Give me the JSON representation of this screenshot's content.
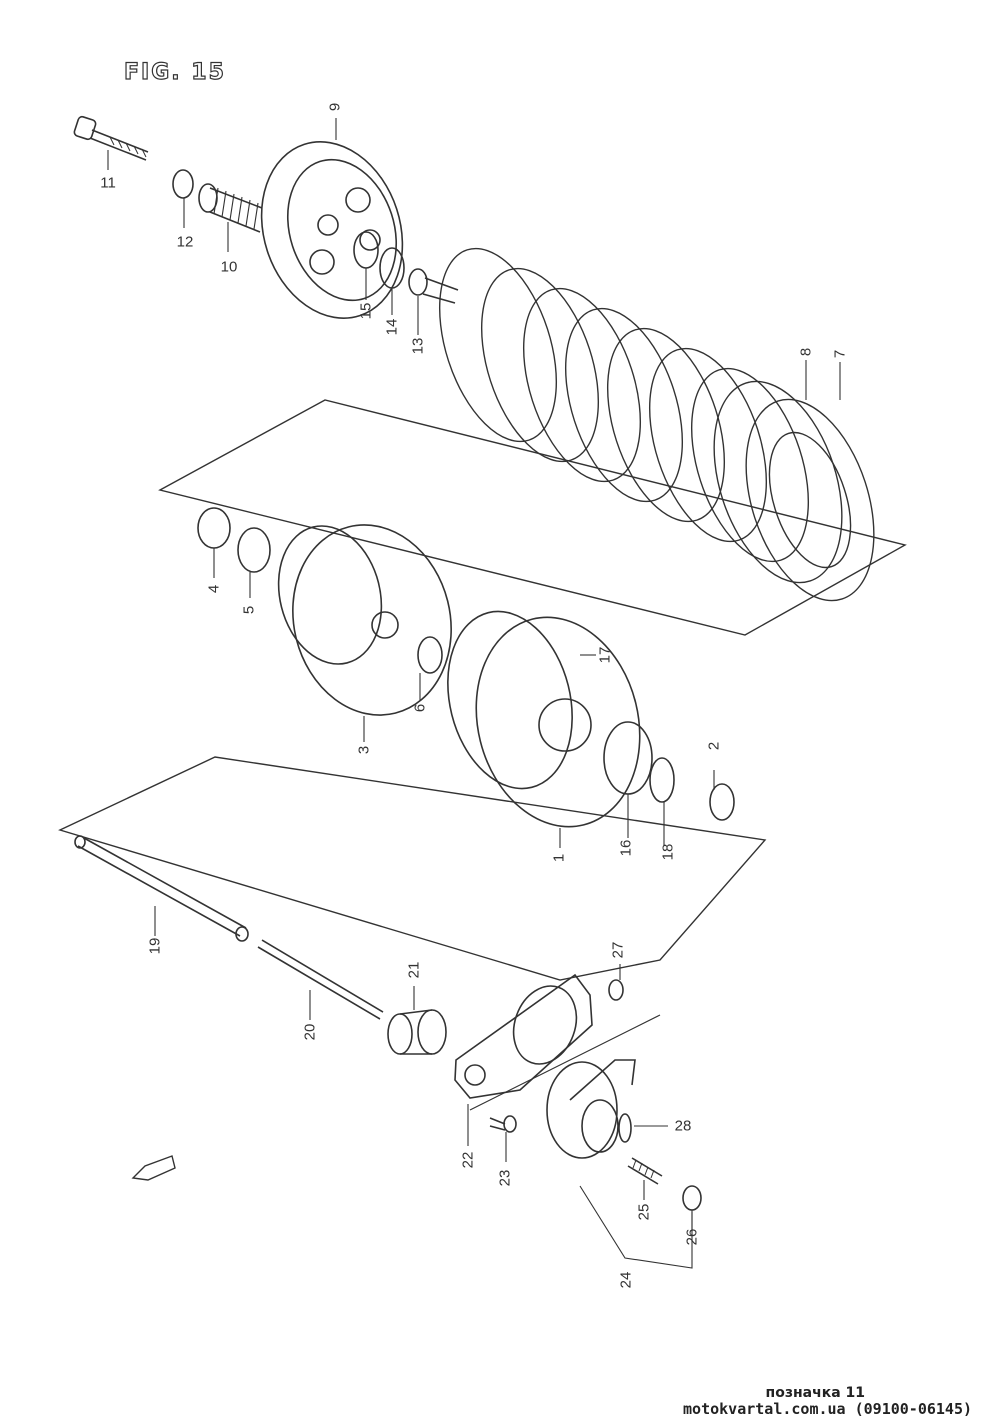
{
  "figure": {
    "title": "FIG. 15"
  },
  "callouts": [
    {
      "id": "1",
      "label": "1"
    },
    {
      "id": "2",
      "label": "2"
    },
    {
      "id": "3",
      "label": "3"
    },
    {
      "id": "4",
      "label": "4"
    },
    {
      "id": "5",
      "label": "5"
    },
    {
      "id": "6",
      "label": "6"
    },
    {
      "id": "7",
      "label": "7"
    },
    {
      "id": "8",
      "label": "8"
    },
    {
      "id": "9",
      "label": "9"
    },
    {
      "id": "10",
      "label": "10"
    },
    {
      "id": "11",
      "label": "11"
    },
    {
      "id": "12",
      "label": "12"
    },
    {
      "id": "13",
      "label": "13"
    },
    {
      "id": "14",
      "label": "14"
    },
    {
      "id": "15",
      "label": "15"
    },
    {
      "id": "16",
      "label": "16"
    },
    {
      "id": "17",
      "label": "17"
    },
    {
      "id": "18",
      "label": "18"
    },
    {
      "id": "19",
      "label": "19"
    },
    {
      "id": "20",
      "label": "20"
    },
    {
      "id": "21",
      "label": "21"
    },
    {
      "id": "22",
      "label": "22"
    },
    {
      "id": "23",
      "label": "23"
    },
    {
      "id": "24",
      "label": "24"
    },
    {
      "id": "25",
      "label": "25"
    },
    {
      "id": "26",
      "label": "26"
    },
    {
      "id": "27",
      "label": "27"
    },
    {
      "id": "28",
      "label": "28"
    }
  ],
  "direction_marker": {
    "icon": "front-arrow-icon"
  },
  "footer": {
    "label": "позначка 11",
    "site": "motokvartal.com.ua (09100-06145)"
  }
}
